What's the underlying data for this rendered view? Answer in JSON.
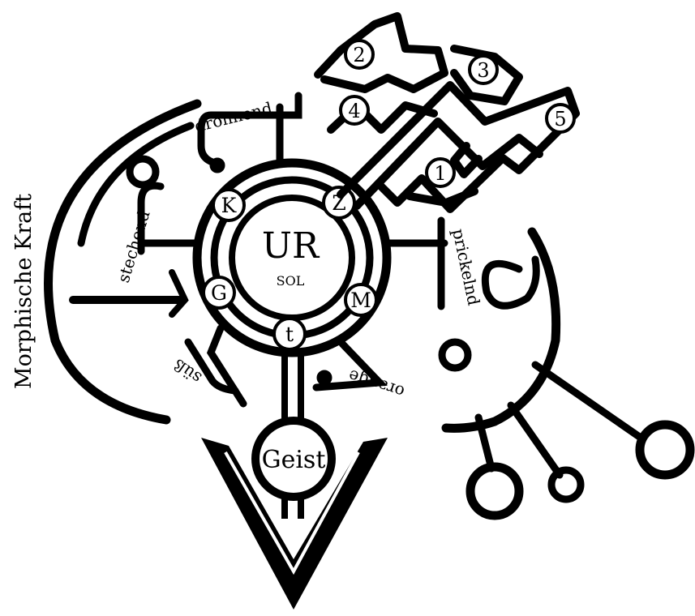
{
  "diagram": {
    "center": {
      "title": "UR",
      "subtitle": "SOL"
    },
    "ring_letters": [
      "K",
      "Z",
      "M",
      "t",
      "G"
    ],
    "geist": "Geist",
    "labels": {
      "droehnend": "dröhnend",
      "stechend": "stechend",
      "prickelnd": "prickelnd",
      "suess": "süß",
      "orange": "orange",
      "side": "Morphische Kraft"
    },
    "maze_numbers": [
      "1",
      "2",
      "3",
      "4",
      "5"
    ]
  }
}
